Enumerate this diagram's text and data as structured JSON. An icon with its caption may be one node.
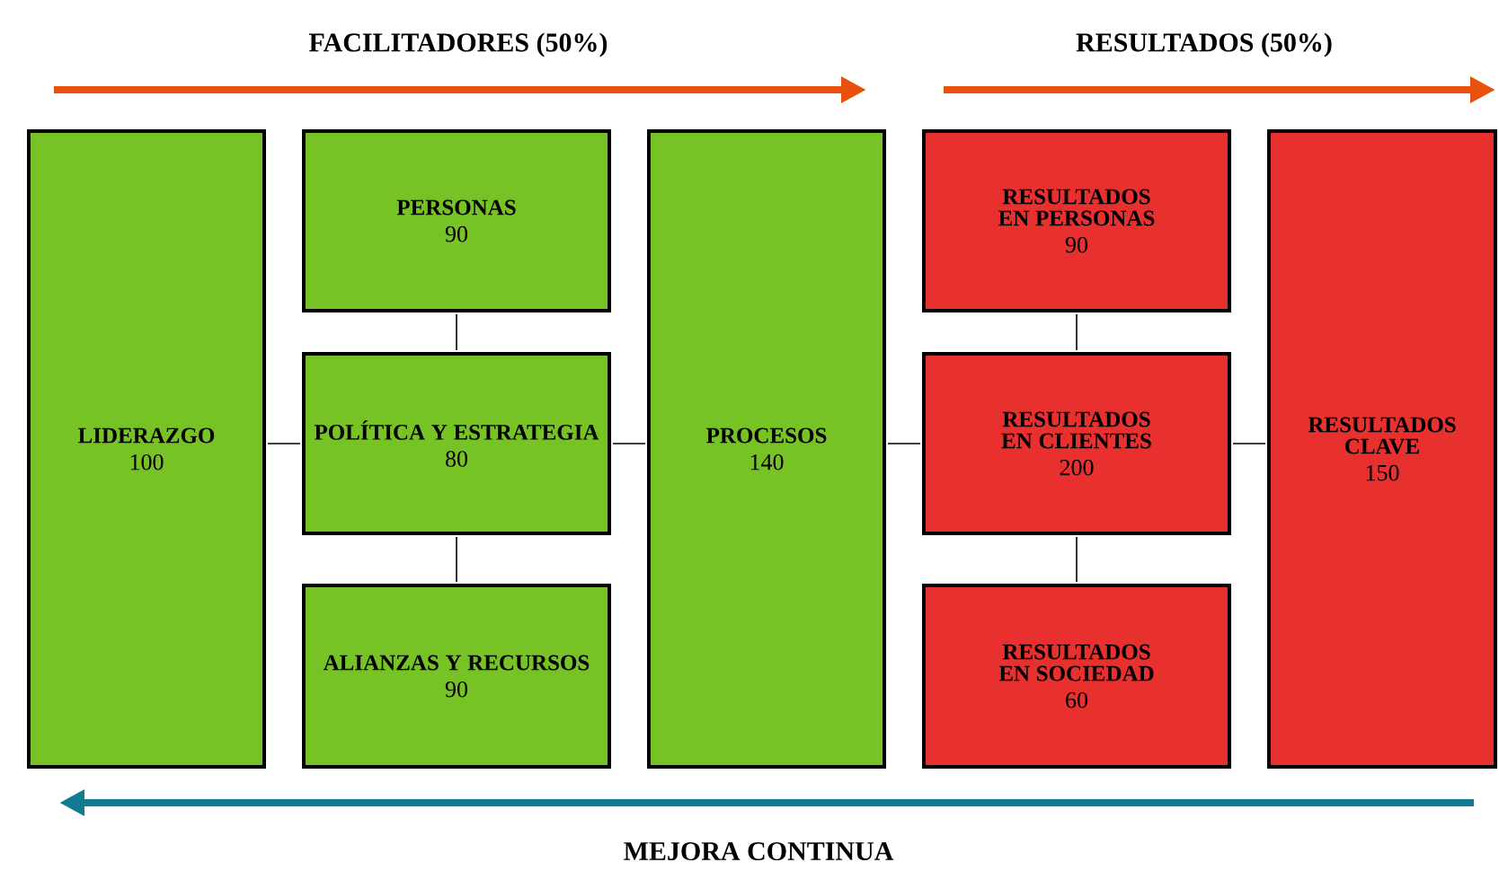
{
  "diagram": {
    "nodes": [
      {
        "text": [
          "LIDERAZGO",
          "100"
        ]
      },
      {
        "text": [
          "PERSONAS",
          "90"
        ]
      },
      {
        "text": [
          "POLÍTICA Y ESTRATEGIA",
          "80"
        ]
      },
      {
        "text": [
          "ALIANZAS Y RECURSOS",
          "90"
        ]
      },
      {
        "text": [
          "PROCESOS",
          "140"
        ]
      },
      {
        "text": [
          "RESULTADOS EN PERSONAS",
          "90"
        ]
      },
      {
        "text": [
          "RESULTADOS EN CLIENTES",
          "200"
        ]
      },
      {
        "text": [
          "RESULTADOS EN SOCIEDAD",
          "60"
        ]
      },
      {
        "text": [
          "RESULTADOS CLAVE",
          "150"
        ]
      }
    ],
    "edges": [
      {
        "from": 0,
        "to": 2,
        "arrow": "none"
      },
      {
        "from": 1,
        "to": 2,
        "arrow": "none"
      },
      {
        "from": 2,
        "to": 3,
        "arrow": "none"
      },
      {
        "from": 2,
        "to": 4,
        "arrow": "none"
      },
      {
        "from": 4,
        "to": 6,
        "arrow": "none"
      },
      {
        "from": 5,
        "to": 6,
        "arrow": "none"
      },
      {
        "from": 6,
        "to": 7,
        "arrow": "none"
      },
      {
        "from": 6,
        "to": 8,
        "arrow": "none"
      }
    ],
    "labels": [
      "FACILITADORES (50%)",
      "RESULTADOS (50%)",
      "MEJORA CONTINUA"
    ]
  }
}
